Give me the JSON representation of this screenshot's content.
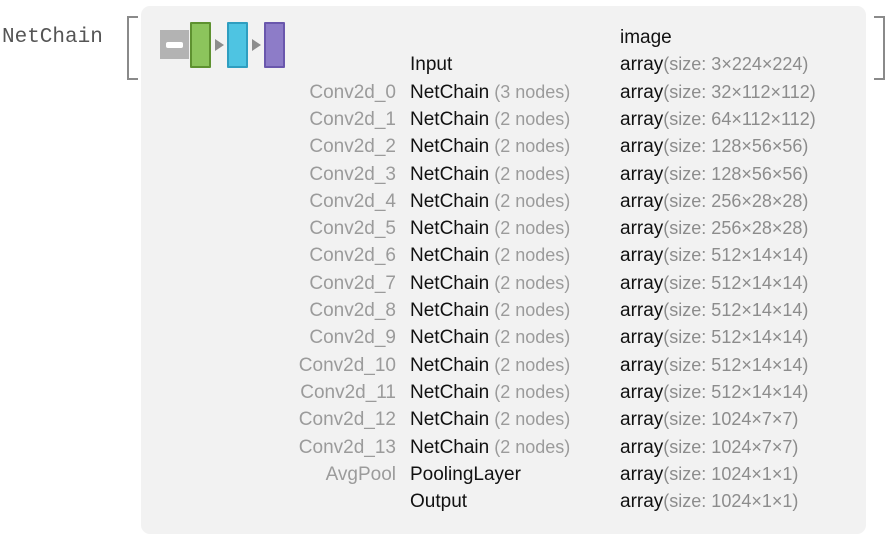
{
  "expression": {
    "head_label": "NetChain",
    "bracket_open": "[",
    "bracket_close": "]"
  },
  "panel": {
    "collapse_icon": "minus-icon",
    "background_color": "#f2f2f2",
    "thumbnail": {
      "blocks": [
        {
          "name": "layer-block-green",
          "fill": "#8cc45c",
          "stroke": "#5e9130"
        },
        {
          "name": "layer-block-cyan",
          "fill": "#4ec4e2",
          "stroke": "#2f9ec0"
        },
        {
          "name": "layer-block-purple",
          "fill": "#8d7cc8",
          "stroke": "#6a57ad"
        }
      ],
      "arrows": [
        "arrow-right-icon",
        "arrow-right-icon"
      ]
    }
  },
  "header_row": {
    "name": "",
    "type": "",
    "shape": "image"
  },
  "rows": [
    {
      "name": "",
      "type": "Input",
      "type_sub": "",
      "shape": "array",
      "shape_sub": "(size: 3×224×224)"
    },
    {
      "name": "Conv2d_0",
      "type": "NetChain",
      "type_sub": "(3 nodes)",
      "shape": "array",
      "shape_sub": "(size: 32×112×112)"
    },
    {
      "name": "Conv2d_1",
      "type": "NetChain",
      "type_sub": "(2 nodes)",
      "shape": "array",
      "shape_sub": "(size: 64×112×112)"
    },
    {
      "name": "Conv2d_2",
      "type": "NetChain",
      "type_sub": "(2 nodes)",
      "shape": "array",
      "shape_sub": "(size: 128×56×56)"
    },
    {
      "name": "Conv2d_3",
      "type": "NetChain",
      "type_sub": "(2 nodes)",
      "shape": "array",
      "shape_sub": "(size: 128×56×56)"
    },
    {
      "name": "Conv2d_4",
      "type": "NetChain",
      "type_sub": "(2 nodes)",
      "shape": "array",
      "shape_sub": "(size: 256×28×28)"
    },
    {
      "name": "Conv2d_5",
      "type": "NetChain",
      "type_sub": "(2 nodes)",
      "shape": "array",
      "shape_sub": "(size: 256×28×28)"
    },
    {
      "name": "Conv2d_6",
      "type": "NetChain",
      "type_sub": "(2 nodes)",
      "shape": "array",
      "shape_sub": "(size: 512×14×14)"
    },
    {
      "name": "Conv2d_7",
      "type": "NetChain",
      "type_sub": "(2 nodes)",
      "shape": "array",
      "shape_sub": "(size: 512×14×14)"
    },
    {
      "name": "Conv2d_8",
      "type": "NetChain",
      "type_sub": "(2 nodes)",
      "shape": "array",
      "shape_sub": "(size: 512×14×14)"
    },
    {
      "name": "Conv2d_9",
      "type": "NetChain",
      "type_sub": "(2 nodes)",
      "shape": "array",
      "shape_sub": "(size: 512×14×14)"
    },
    {
      "name": "Conv2d_10",
      "type": "NetChain",
      "type_sub": "(2 nodes)",
      "shape": "array",
      "shape_sub": "(size: 512×14×14)"
    },
    {
      "name": "Conv2d_11",
      "type": "NetChain",
      "type_sub": "(2 nodes)",
      "shape": "array",
      "shape_sub": "(size: 512×14×14)"
    },
    {
      "name": "Conv2d_12",
      "type": "NetChain",
      "type_sub": "(2 nodes)",
      "shape": "array",
      "shape_sub": "(size: 1024×7×7)"
    },
    {
      "name": "Conv2d_13",
      "type": "NetChain",
      "type_sub": "(2 nodes)",
      "shape": "array",
      "shape_sub": "(size: 1024×7×7)"
    },
    {
      "name": "AvgPool",
      "type": "PoolingLayer",
      "type_sub": "",
      "shape": "array",
      "shape_sub": "(size: 1024×1×1)"
    },
    {
      "name": "",
      "type": "Output",
      "type_sub": "",
      "shape": "array",
      "shape_sub": "(size: 1024×1×1)"
    }
  ]
}
